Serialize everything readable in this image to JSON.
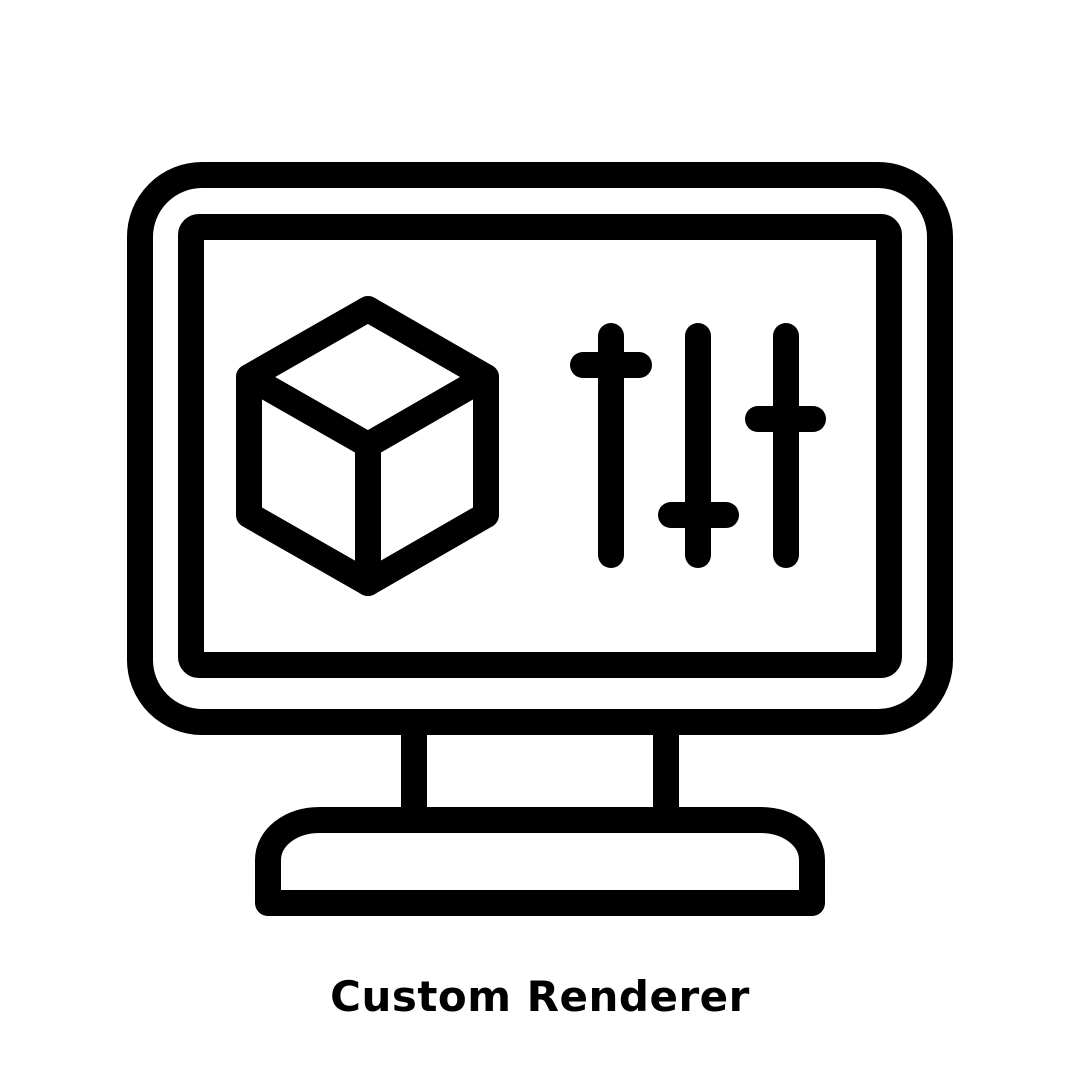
{
  "caption": {
    "text": "Custom Renderer"
  },
  "icon": {
    "name": "monitor-with-3d-cube-and-sliders",
    "stroke_color": "#000000",
    "background_color": "#ffffff",
    "parts": [
      "monitor-frame",
      "screen",
      "3d-cube",
      "slider-controls",
      "monitor-stand",
      "monitor-base"
    ]
  }
}
